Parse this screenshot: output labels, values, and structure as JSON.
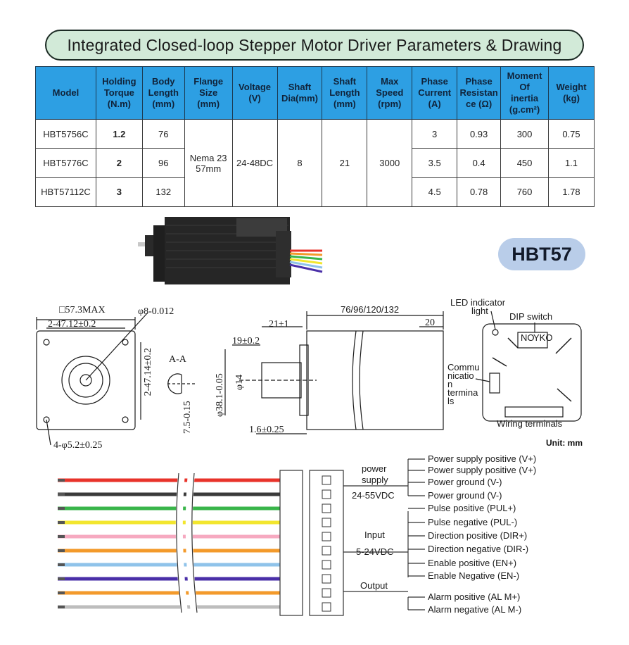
{
  "title": "Integrated Closed-loop Stepper Motor Driver Parameters & Drawing",
  "table": {
    "headers": [
      "Model",
      "Holding Torque (N.m)",
      "Body Length (mm)",
      "Flange Size (mm)",
      "Voltage (V)",
      "Shaft Dia(mm)",
      "Shaft Length (mm)",
      "Max Speed (rpm)",
      "Phase Current (A)",
      "Phase Resistance (Ω)",
      "Moment Of inertia (g.cm²)",
      "Weight (kg)"
    ],
    "header_lines": [
      [
        "Model"
      ],
      [
        "Holding",
        "Torque",
        "(N.m)"
      ],
      [
        "Body",
        "Length",
        "(mm)"
      ],
      [
        "Flange",
        "Size",
        "(mm)"
      ],
      [
        "Voltage",
        "(V)"
      ],
      [
        "Shaft",
        "Dia(mm)"
      ],
      [
        "Shaft",
        "Length",
        "(mm)"
      ],
      [
        "Max",
        "Speed",
        "(rpm)"
      ],
      [
        "Phase",
        "Current",
        "(A)"
      ],
      [
        "Phase",
        "Resistan",
        "ce (Ω)"
      ],
      [
        "Moment",
        "Of",
        "inertia",
        "(g.cm²)"
      ],
      [
        "Weight",
        "(kg)"
      ]
    ],
    "rows": [
      {
        "model": "HBT5756C",
        "torque": "1.2",
        "length": "76",
        "current": "3",
        "resistance": "0.93",
        "inertia": "300",
        "weight": "0.75"
      },
      {
        "model": "HBT5776C",
        "torque": "2",
        "length": "96",
        "current": "3.5",
        "resistance": "0.4",
        "inertia": "450",
        "weight": "1.1"
      },
      {
        "model": "HBT57112C",
        "torque": "3",
        "length": "132",
        "current": "4.5",
        "resistance": "0.78",
        "inertia": "760",
        "weight": "1.78"
      }
    ],
    "shared": {
      "flange_line1": "Nema 23",
      "flange_line2": "57mm",
      "voltage": "24-48DC",
      "shaft_dia": "8",
      "shaft_length": "21",
      "max_speed": "3000"
    }
  },
  "badge": "HBT57",
  "drawing": {
    "square_label": "□57.3MAX",
    "hole_spacing_h": "2-47.12±0.2",
    "hole_spacing_v": "2-47.14±0.2",
    "shaft_tol": "φ8-0.012",
    "section_label": "A-A",
    "flat_dim": "7.5-0.15",
    "mount_hole": "4-φ5.2±0.25",
    "shaft_len": "21±1",
    "flat_len": "19±0.2",
    "pilot_dia": "φ38.1-0.05",
    "shaft_phi": "φ14",
    "flange_thk": "1.6±0.25",
    "body_len": "76/96/120/132",
    "rear_len": "20",
    "led_line1": "LED indicator",
    "led_line2": "light",
    "dip_switch": "DIP switch",
    "dip_on": "NO",
    "dip_brand": "YKO",
    "comm_lines": [
      "Commu",
      "nicatio",
      "n",
      "termina",
      "ls"
    ],
    "wiring_terminals": "Wiring terminals"
  },
  "unit": "Unit: mm",
  "wiring": {
    "wire_colors": [
      "#e8332a",
      "#3a3a3a",
      "#39b54a",
      "#f2e62e",
      "#f6a9c0",
      "#f39a2b",
      "#8fc3ea",
      "#4a2fa8",
      "#f39a2b",
      "#bdbdbd"
    ],
    "groups": {
      "power": {
        "line1": "power",
        "line2": "supply",
        "voltage": "24-55VDC"
      },
      "input": {
        "line1": "Input",
        "voltage": "5-24VDC"
      },
      "output": {
        "line1": "Output"
      }
    },
    "signals": [
      "Power supply positive (V+)",
      "Power supply positive (V+)",
      "Power ground (V-)",
      "Power ground (V-)",
      "Pulse positive (PUL+)",
      "Pulse negative (PUL-)",
      "Direction positive (DIR+)",
      "Direction negative (DIR-)",
      "Enable positive (EN+)",
      "Enable Negative (EN-)",
      "Alarm positive (AL M+)",
      "Alarm negative (AL M-)"
    ]
  }
}
